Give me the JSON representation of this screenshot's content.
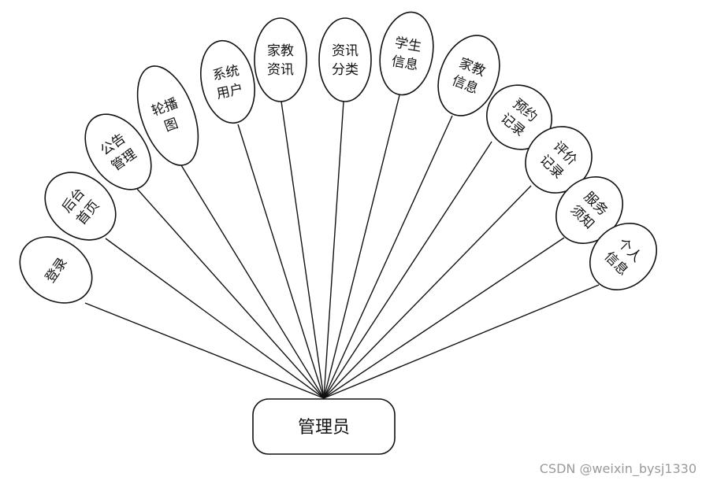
{
  "root": {
    "label": "管理员"
  },
  "nodes": [
    {
      "id": "login",
      "lines": [
        "登录"
      ]
    },
    {
      "id": "home",
      "lines": [
        "后台",
        "首页"
      ]
    },
    {
      "id": "notice",
      "lines": [
        "公告",
        "管理"
      ]
    },
    {
      "id": "carousel",
      "lines": [
        "轮播",
        "图"
      ]
    },
    {
      "id": "sys-user",
      "lines": [
        "系统",
        "用户"
      ]
    },
    {
      "id": "tutor-news",
      "lines": [
        "家教",
        "资讯"
      ]
    },
    {
      "id": "news-cat",
      "lines": [
        "资讯",
        "分类"
      ]
    },
    {
      "id": "student",
      "lines": [
        "学生",
        "信息"
      ]
    },
    {
      "id": "tutor-info",
      "lines": [
        "家教",
        "信息"
      ]
    },
    {
      "id": "booking",
      "lines": [
        "预约",
        "记录"
      ]
    },
    {
      "id": "review",
      "lines": [
        "评价",
        "记录"
      ]
    },
    {
      "id": "service",
      "lines": [
        "服务",
        "须知"
      ]
    },
    {
      "id": "personal",
      "lines": [
        "个人",
        "信息"
      ]
    }
  ],
  "watermark": "CSDN @weixin_bysj1330"
}
